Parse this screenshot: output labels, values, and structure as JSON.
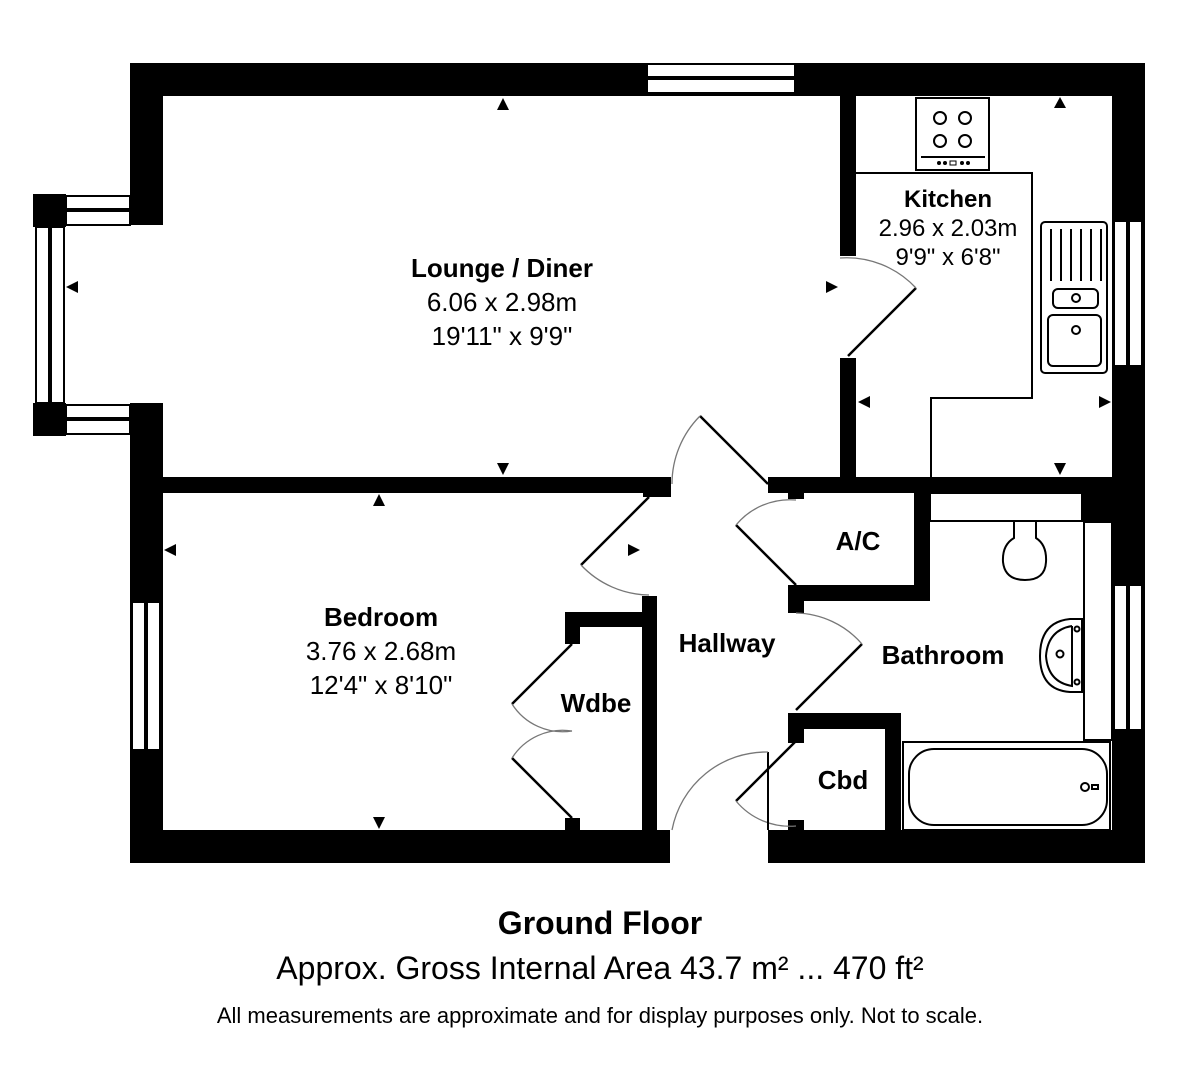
{
  "floor": {
    "title": "Ground Floor",
    "area_text": "Approx. Gross Internal Area 43.7 m² ... 470 ft²",
    "disclaimer": "All measurements are approximate and for display purposes only. Not to scale."
  },
  "rooms": {
    "lounge": {
      "name": "Lounge / Diner",
      "metric": "6.06 x 2.98m",
      "imperial": "19'11\" x 9'9\""
    },
    "kitchen": {
      "name": "Kitchen",
      "metric": "2.96 x 2.03m",
      "imperial": "9'9\" x 6'8\""
    },
    "bedroom": {
      "name": "Bedroom",
      "metric": "3.76 x 2.68m",
      "imperial": "12'4\" x 8'10\""
    },
    "hallway": {
      "name": "Hallway"
    },
    "wardrobe": {
      "name": "Wdbe"
    },
    "airing_cupboard": {
      "name": "A/C"
    },
    "bathroom": {
      "name": "Bathroom"
    },
    "cupboard": {
      "name": "Cbd"
    }
  },
  "colors": {
    "wall": "#000000",
    "background": "#ffffff",
    "door_arc": "#777777"
  }
}
